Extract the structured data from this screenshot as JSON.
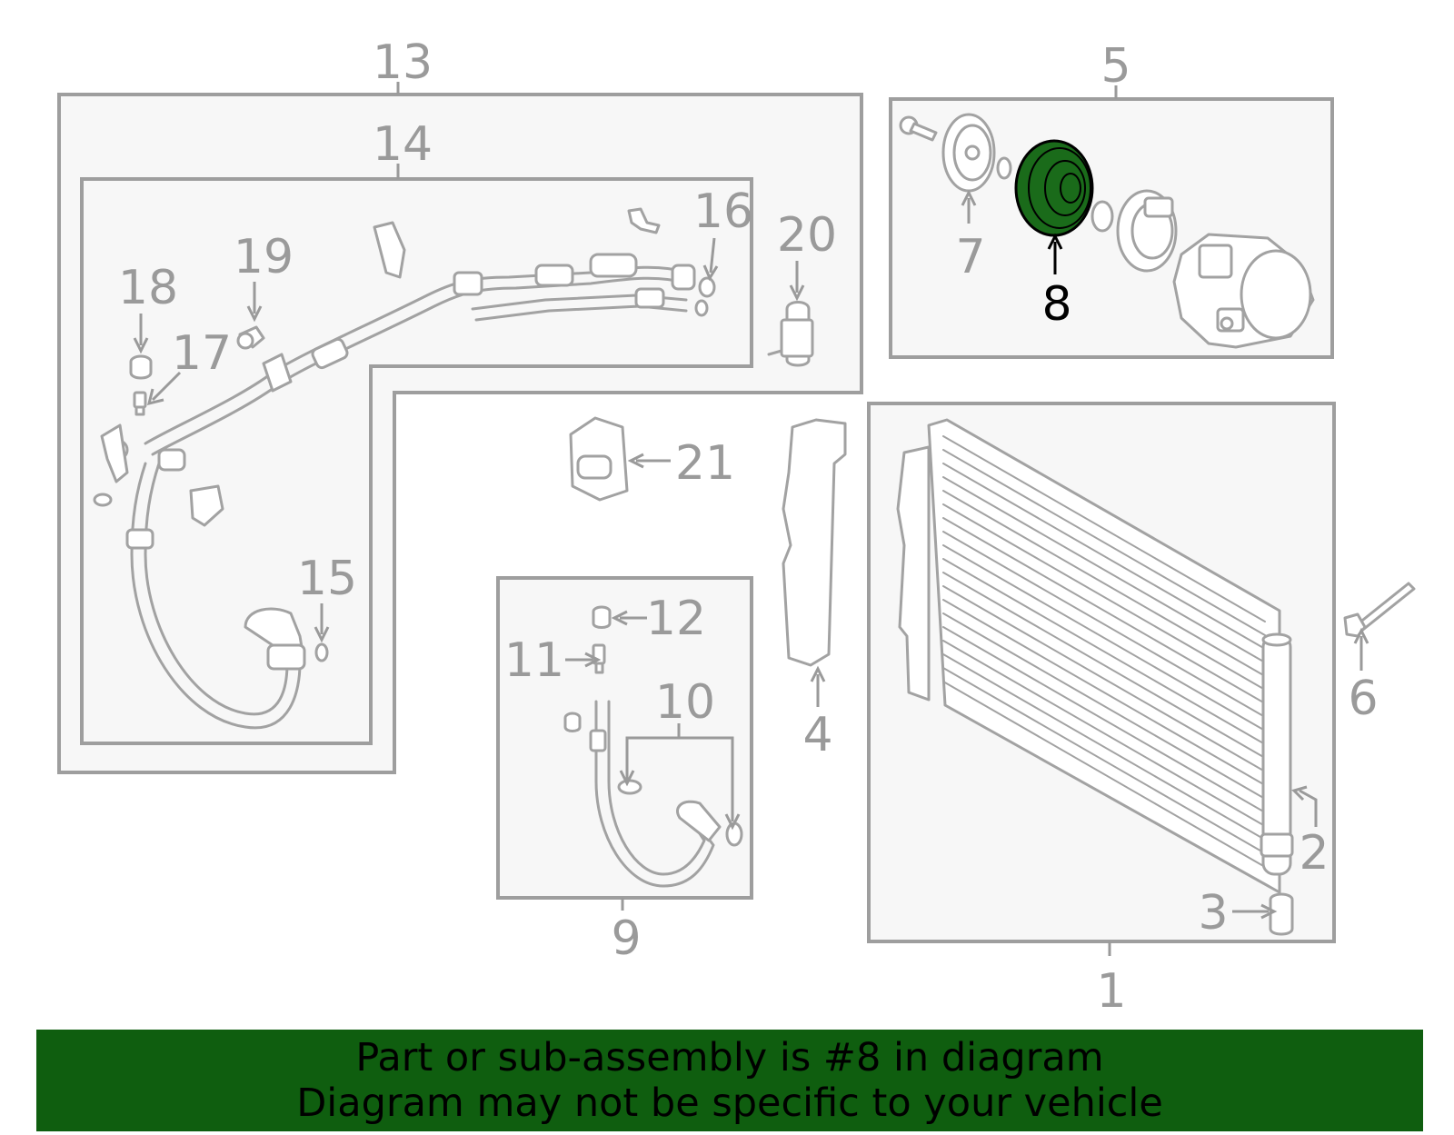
{
  "labels": {
    "c1": "1",
    "c2": "2",
    "c3": "3",
    "c4": "4",
    "c5": "5",
    "c6": "6",
    "c7": "7",
    "c8": "8",
    "c9": "9",
    "c10": "10",
    "c11": "11",
    "c12": "12",
    "c13": "13",
    "c14": "14",
    "c15": "15",
    "c16": "16",
    "c17": "17",
    "c18": "18",
    "c19": "19",
    "c20": "20",
    "c21": "21"
  },
  "highlighted_part": "8",
  "colors": {
    "banner": "#0f5e0f",
    "highlight_fill": "#1a6b1a",
    "outline": "#a2a2a2",
    "box_fill": "#f7f7f7"
  },
  "banner": {
    "line1": "Part or sub-assembly is #8 in diagram",
    "line2": "Diagram may not be specific to your vehicle"
  }
}
